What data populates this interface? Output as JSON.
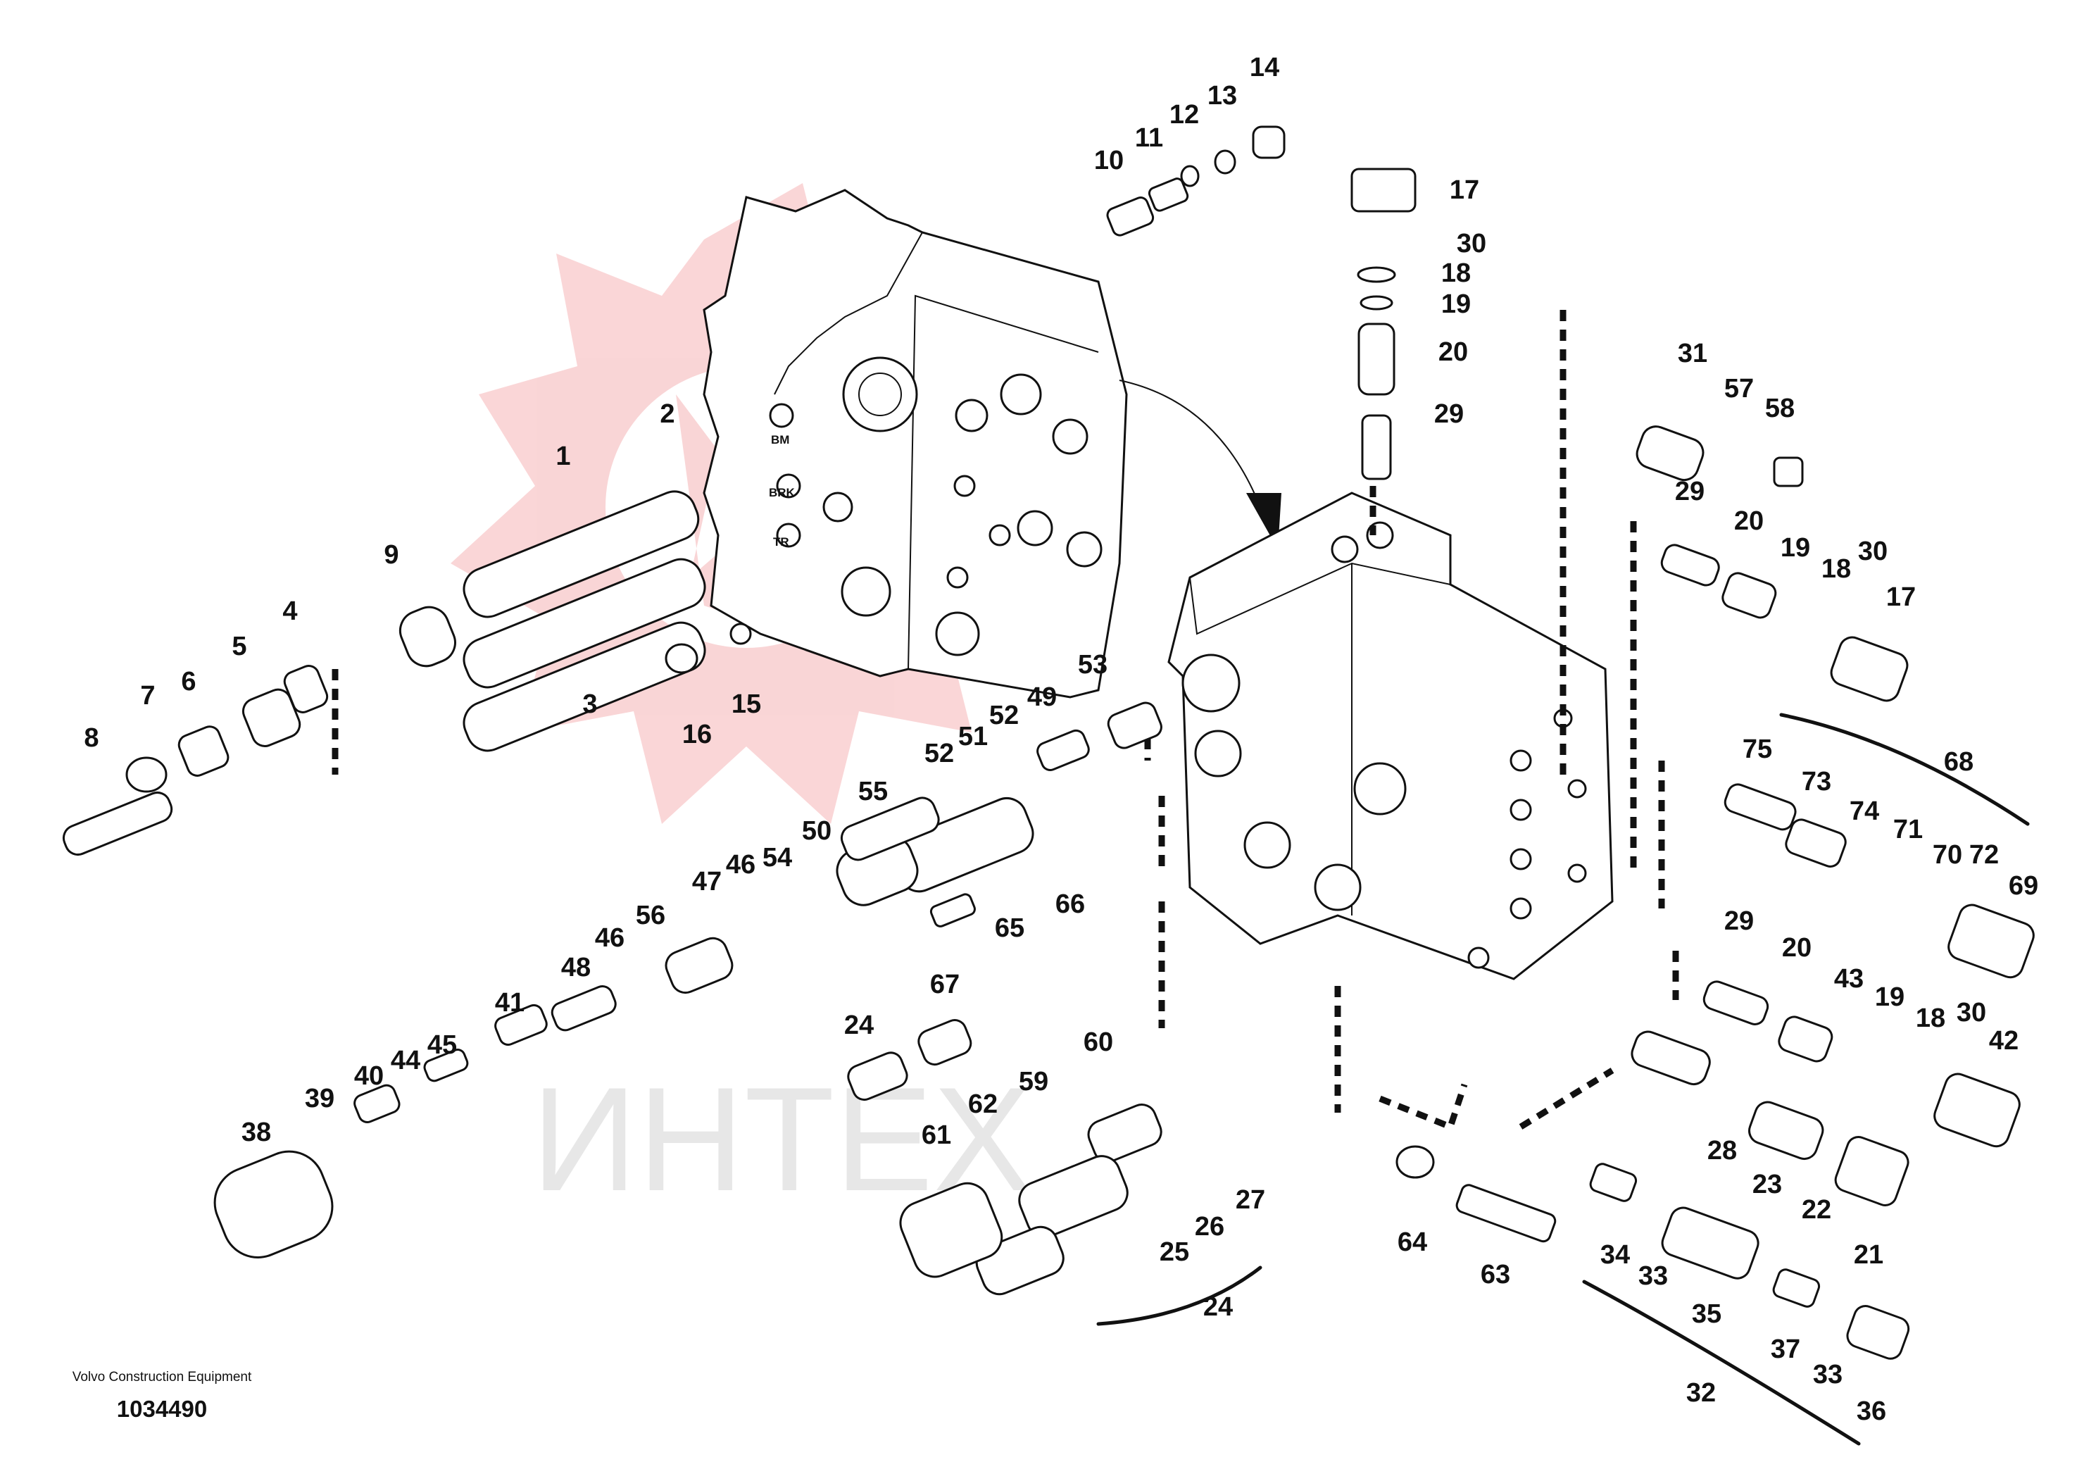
{
  "brand": {
    "maker": "Volvo Construction Equipment",
    "drawing_number": "1034490",
    "watermark_text": "ИНТЕХ"
  },
  "port_labels": [
    "BM",
    "BRK",
    "TR"
  ],
  "callouts": [
    "1",
    "2",
    "3",
    "4",
    "5",
    "6",
    "7",
    "8",
    "9",
    "10",
    "11",
    "12",
    "13",
    "14",
    "15",
    "16",
    "17",
    "18",
    "19",
    "20",
    "29",
    "30",
    "31",
    "57",
    "58",
    "29",
    "20",
    "19",
    "18",
    "30",
    "17",
    "53",
    "49",
    "52",
    "51",
    "52",
    "55",
    "50",
    "54",
    "46",
    "47",
    "56",
    "48",
    "46",
    "41",
    "45",
    "44",
    "40",
    "39",
    "38",
    "24",
    "67",
    "65",
    "66",
    "60",
    "59",
    "62",
    "61",
    "25",
    "26",
    "27",
    "24",
    "75",
    "73",
    "74",
    "71",
    "70",
    "72",
    "69",
    "68",
    "29",
    "20",
    "43",
    "19",
    "18",
    "30",
    "42",
    "28",
    "23",
    "22",
    "21",
    "64",
    "63",
    "34",
    "33",
    "35",
    "37",
    "33",
    "36",
    "32"
  ],
  "colors": {
    "ink": "#111111",
    "watermark": "#e31e24"
  }
}
